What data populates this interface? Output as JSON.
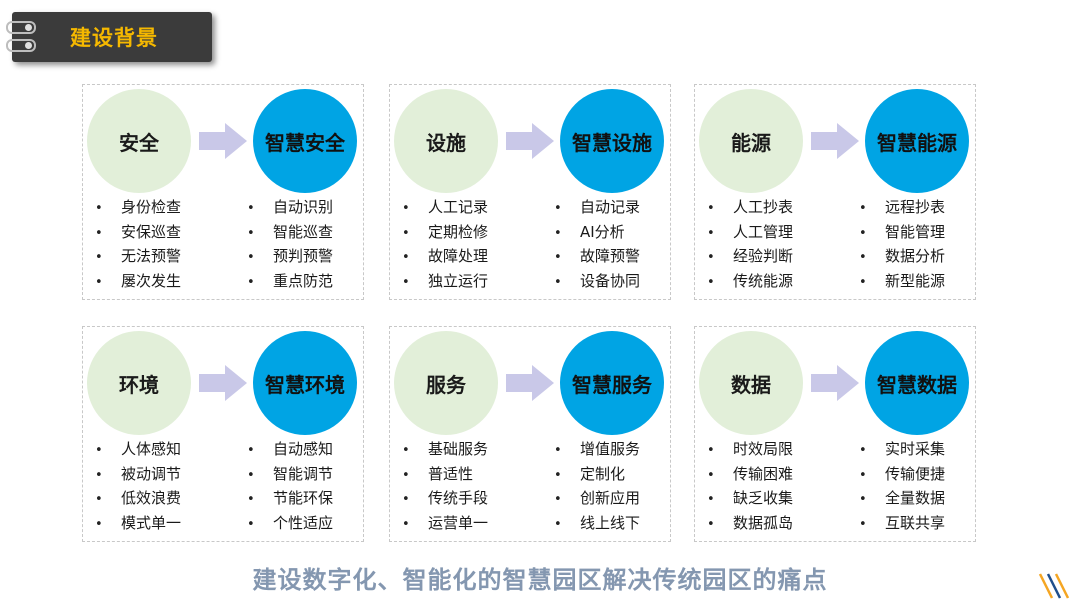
{
  "header": {
    "title": "建设背景"
  },
  "bullet_char": "•",
  "colors": {
    "old_circle": "#e2efd9",
    "new_circle": "#00a4e4",
    "arrow": "#c9c8e8",
    "title": "#f5b800",
    "footer": "#8497b0"
  },
  "cards": [
    {
      "from": "安全",
      "to": "智慧安全",
      "from_items": [
        "身份检查",
        "安保巡查",
        "无法预警",
        "屡次发生"
      ],
      "to_items": [
        "自动识别",
        "智能巡查",
        "预判预警",
        "重点防范"
      ]
    },
    {
      "from": "设施",
      "to": "智慧设施",
      "from_items": [
        "人工记录",
        "定期检修",
        "故障处理",
        "独立运行"
      ],
      "to_items": [
        "自动记录",
        "AI分析",
        "故障预警",
        "设备协同"
      ]
    },
    {
      "from": "能源",
      "to": "智慧能源",
      "from_items": [
        "人工抄表",
        "人工管理",
        "经验判断",
        "传统能源"
      ],
      "to_items": [
        "远程抄表",
        "智能管理",
        "数据分析",
        "新型能源"
      ]
    },
    {
      "from": "环境",
      "to": "智慧环境",
      "from_items": [
        "人体感知",
        "被动调节",
        "低效浪费",
        "模式单一"
      ],
      "to_items": [
        "自动感知",
        "智能调节",
        "节能环保",
        "个性适应"
      ]
    },
    {
      "from": "服务",
      "to": "智慧服务",
      "from_items": [
        "基础服务",
        "普适性",
        "传统手段",
        "运营单一"
      ],
      "to_items": [
        "增值服务",
        "定制化",
        "创新应用",
        "线上线下"
      ]
    },
    {
      "from": "数据",
      "to": "智慧数据",
      "from_items": [
        "时效局限",
        "传输困难",
        "缺乏收集",
        "数据孤岛"
      ],
      "to_items": [
        "实时采集",
        "传输便捷",
        "全量数据",
        "互联共享"
      ]
    }
  ],
  "footer": {
    "text": "建设数字化、智能化的智慧园区解决传统园区的痛点"
  }
}
